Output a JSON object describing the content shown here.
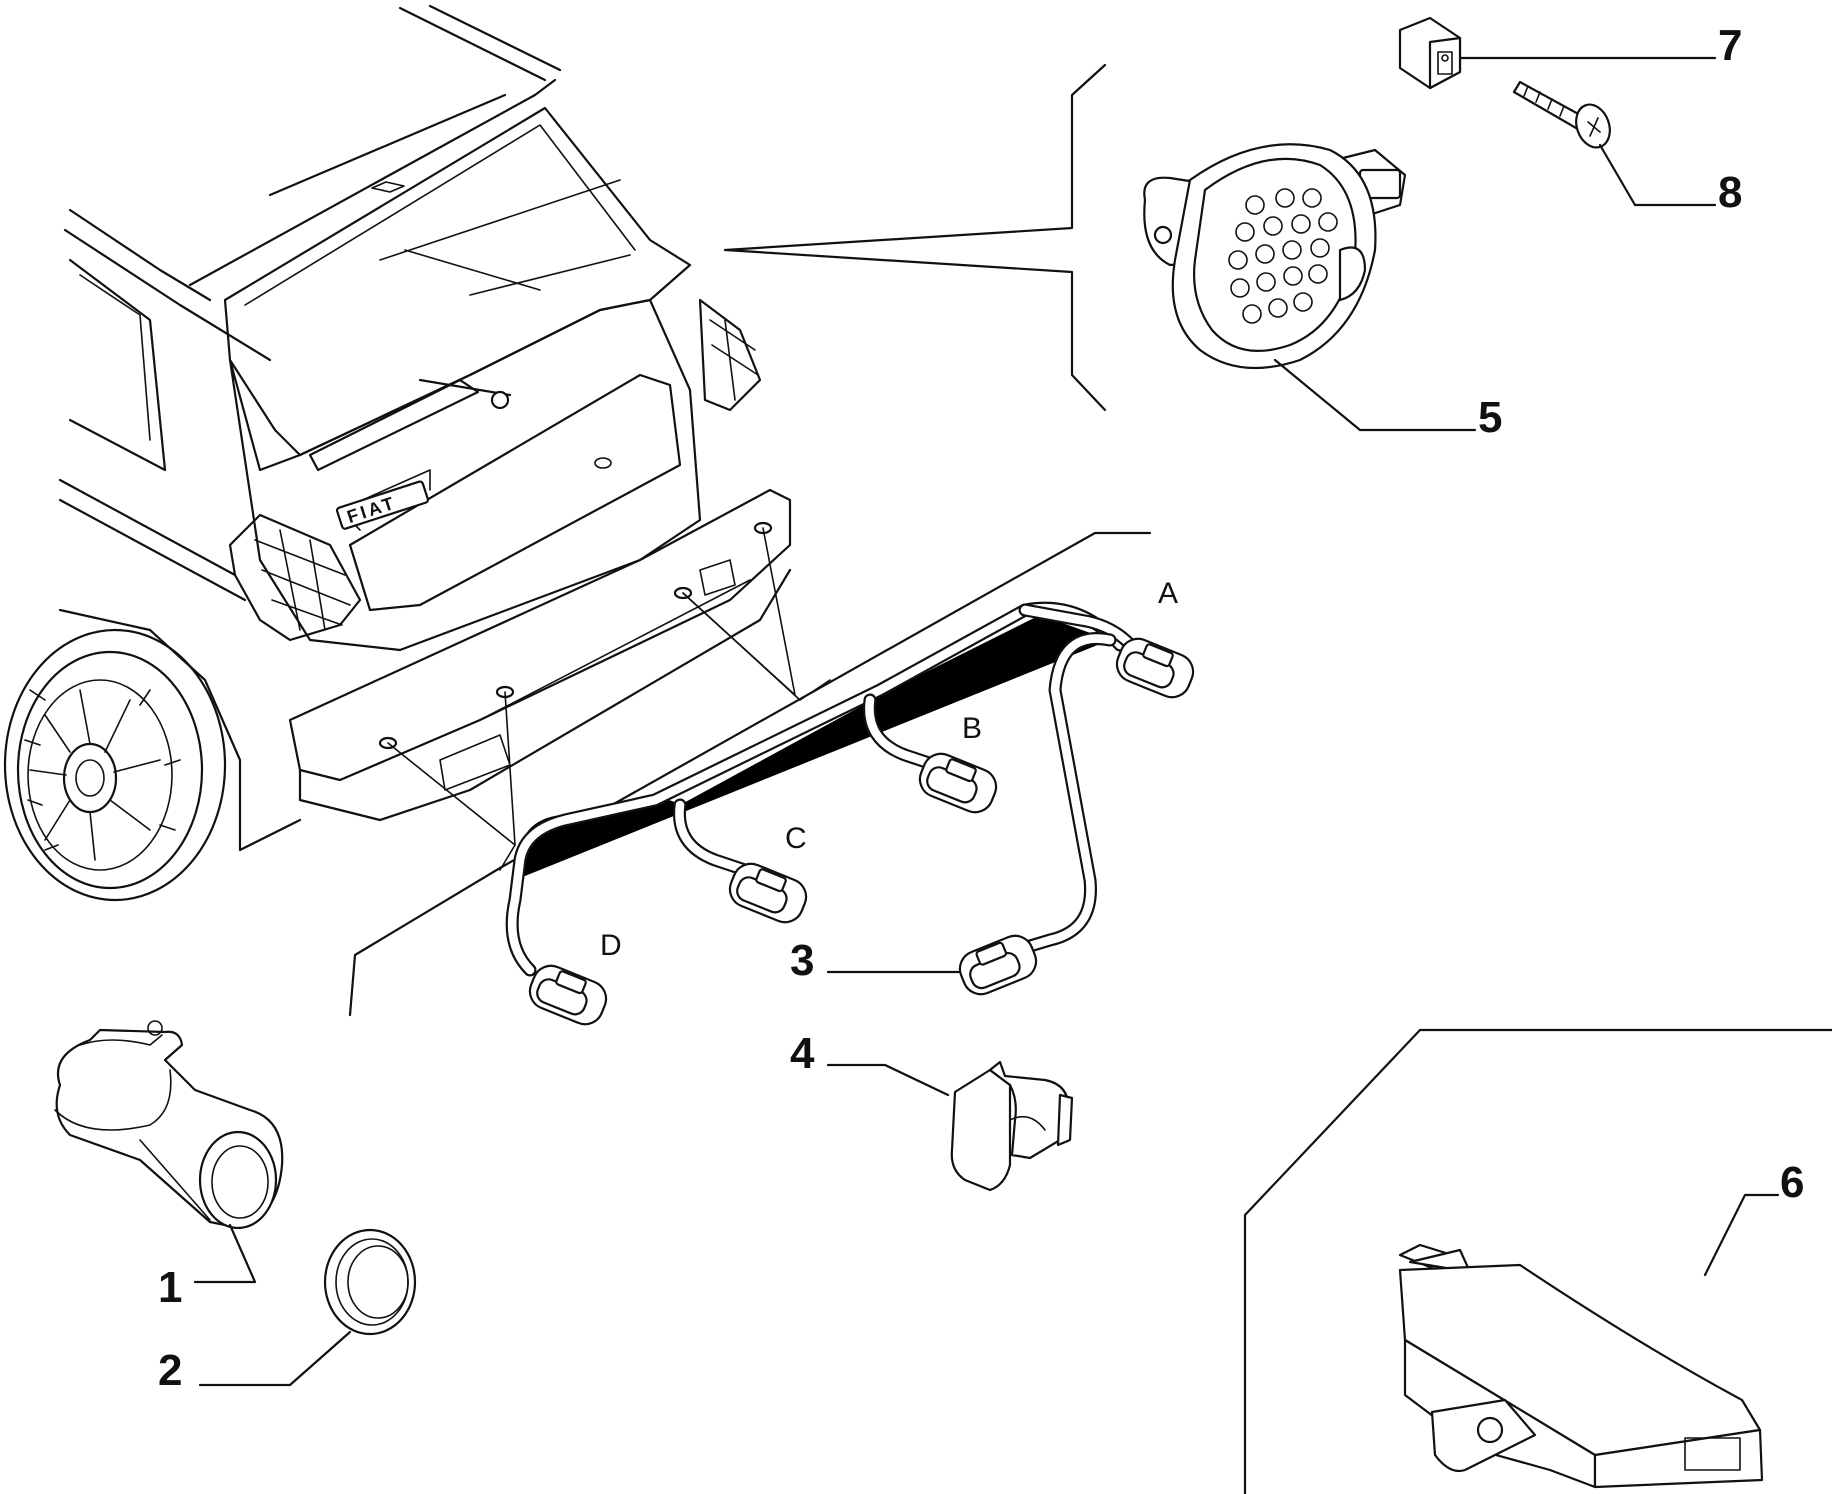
{
  "callouts": [
    {
      "id": "1",
      "text": "1"
    },
    {
      "id": "2",
      "text": "2"
    },
    {
      "id": "3",
      "text": "3"
    },
    {
      "id": "4",
      "text": "4"
    },
    {
      "id": "5",
      "text": "5"
    },
    {
      "id": "6",
      "text": "6"
    },
    {
      "id": "7",
      "text": "7"
    },
    {
      "id": "8",
      "text": "8"
    }
  ],
  "connector_labels": [
    {
      "id": "A",
      "text": "A"
    },
    {
      "id": "B",
      "text": "B"
    },
    {
      "id": "C",
      "text": "C"
    },
    {
      "id": "D",
      "text": "D"
    }
  ],
  "car": {
    "badge_text": "FIAT"
  }
}
